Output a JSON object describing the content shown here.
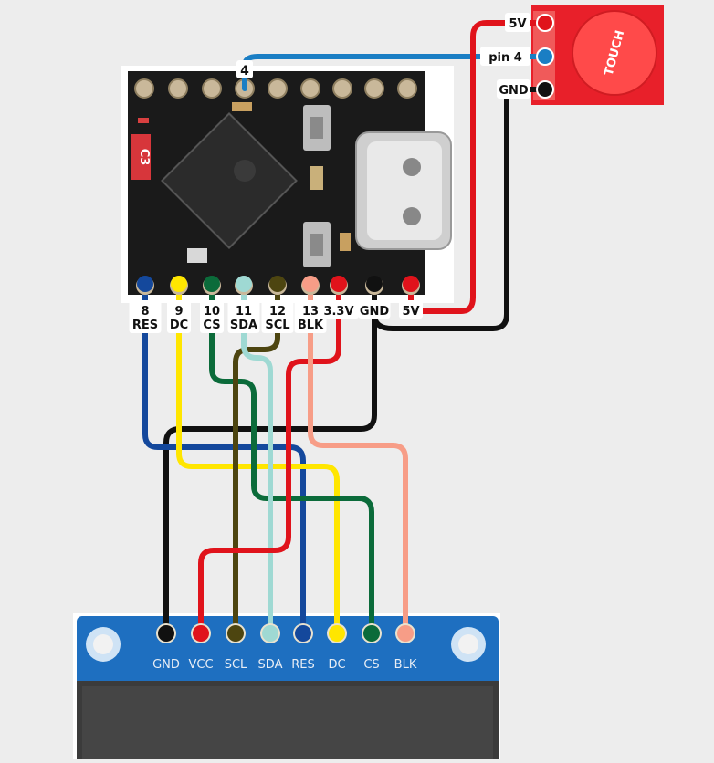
{
  "colors": {
    "background": "#ededed",
    "board": "#1a1a1a",
    "touch_module": "#e8202a",
    "display_pcb": "#1e6fc0",
    "screen": "#3b3b3b",
    "wire_red": "#e0131b",
    "wire_black": "#111111",
    "wire_blue_top": "#1a7ec4",
    "wire_blue": "#14489c",
    "wire_yellow": "#ffe600",
    "wire_green": "#0b6b3a",
    "wire_lightcyan": "#9fd9d3",
    "wire_olive": "#4d4510",
    "wire_salmon": "#f79d87"
  },
  "mcu": {
    "top_pin_label": "4",
    "chip_label": "C3",
    "bottom_pins": [
      {
        "num": "8",
        "name": "RES"
      },
      {
        "num": "9",
        "name": "DC"
      },
      {
        "num": "10",
        "name": "CS"
      },
      {
        "num": "11",
        "name": "SDA"
      },
      {
        "num": "12",
        "name": "SCL"
      },
      {
        "num": "13",
        "name": "BLK"
      },
      {
        "num": "3.3V",
        "name": ""
      },
      {
        "num": "GND",
        "name": ""
      },
      {
        "num": "5V",
        "name": ""
      }
    ]
  },
  "touch": {
    "pad_text": "TOUCH",
    "pins": [
      "5V",
      "pin 4",
      "GND"
    ]
  },
  "display": {
    "pins": [
      "GND",
      "VCC",
      "SCL",
      "SDA",
      "RES",
      "DC",
      "CS",
      "BLK"
    ]
  }
}
